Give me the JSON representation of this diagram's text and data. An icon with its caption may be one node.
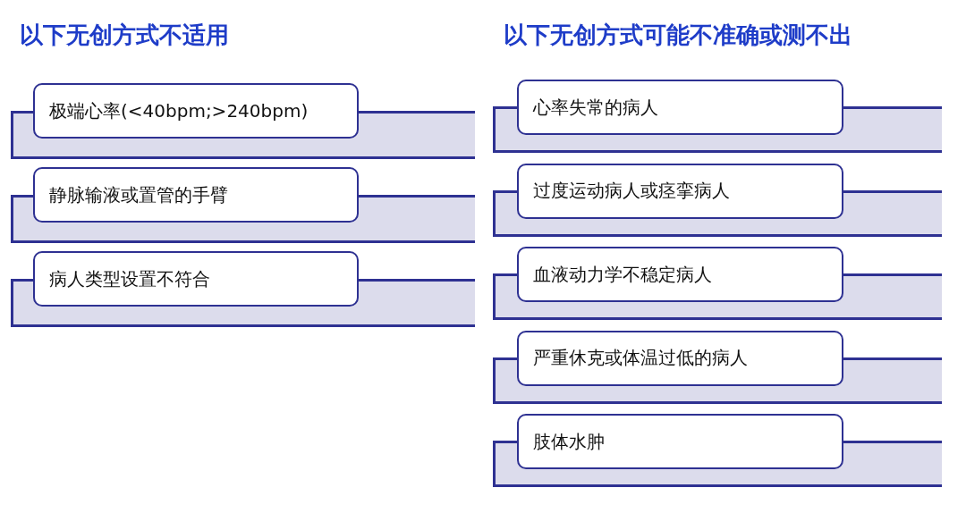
{
  "diagram": {
    "nodes": [
      {
        "text": [
          "极端心率(<40bpm;>240bpm)"
        ]
      },
      {
        "text": [
          "静脉输液或置管的手臂"
        ]
      },
      {
        "text": [
          "病人类型设置不符合"
        ]
      },
      {
        "text": [
          "心率失常的病人"
        ]
      },
      {
        "text": [
          "过度运动病人或痉挛病人"
        ]
      },
      {
        "text": [
          "血液动力学不稳定病人"
        ]
      },
      {
        "text": [
          "严重休克或体温过低的病人"
        ]
      },
      {
        "text": [
          "肢体水肿"
        ]
      }
    ],
    "labels": [
      "以下无创方式不适用",
      "以下无创方式可能不准确或测不出"
    ]
  }
}
